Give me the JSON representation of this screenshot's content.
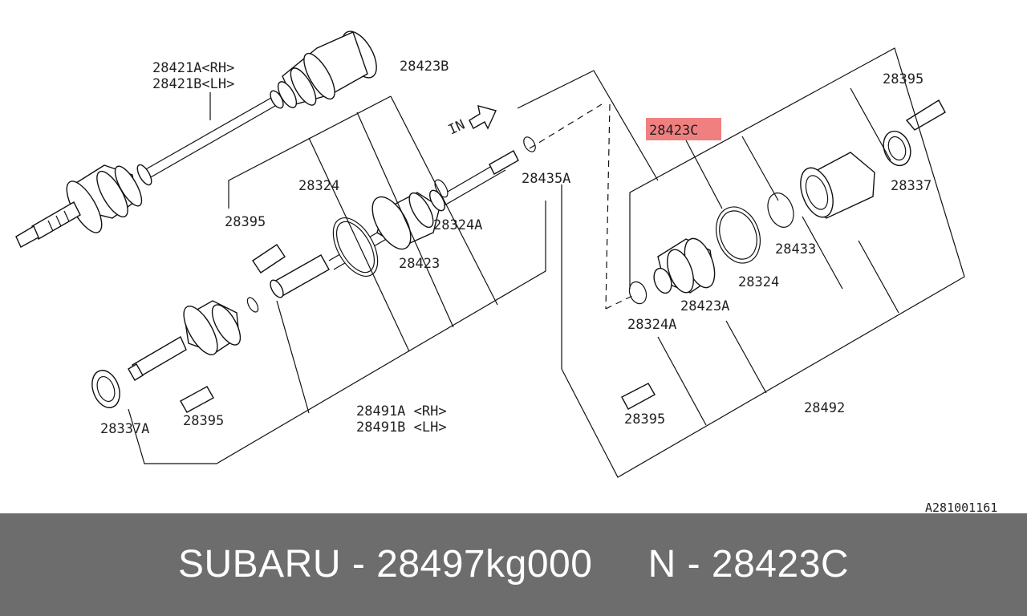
{
  "diagram": {
    "labels": {
      "l_28421": "28421A<RH>",
      "l_28421b": "28421B<LH>",
      "l_28423b": "28423B",
      "l_28324_top": "28324",
      "l_28395_left": "28395",
      "l_28423": "28423",
      "l_28324a_mid": "28324A",
      "l_28435a": "28435A",
      "l_in": "IN",
      "l_28423c": "28423C",
      "l_28395_tr": "28395",
      "l_28337": "28337",
      "l_28433": "28433",
      "l_28324_r": "28324",
      "l_28423a": "28423A",
      "l_28324a_r": "28324A",
      "l_28395_bottom": "28395",
      "l_28492": "28492",
      "l_28491a": "28491A <RH>",
      "l_28491b": "28491B <LH>",
      "l_28337a": "28337A",
      "l_28395_bl": "28395",
      "l_code": "A281001161"
    },
    "highlight_color": "#f08080"
  },
  "footer": {
    "text": "SUBARU - 28497kg000     N - 28423C",
    "background": "#6d6d6d",
    "text_color": "#ffffff"
  }
}
